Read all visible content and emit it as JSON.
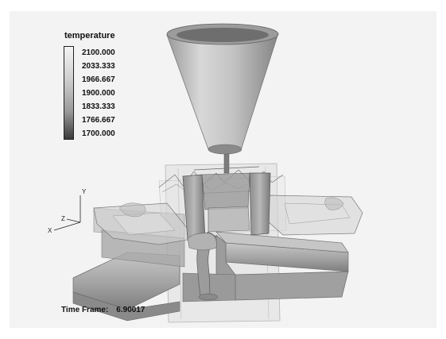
{
  "legend": {
    "title": "temperature",
    "labels": [
      "2100.000",
      "2033.333",
      "1966.667",
      "1900.000",
      "1833.333",
      "1766.667",
      "1700.000"
    ]
  },
  "axes": {
    "x": "X",
    "y": "Y",
    "z": "Z"
  },
  "time_frame": {
    "label": "Time Frame:",
    "value": "6.90017"
  }
}
